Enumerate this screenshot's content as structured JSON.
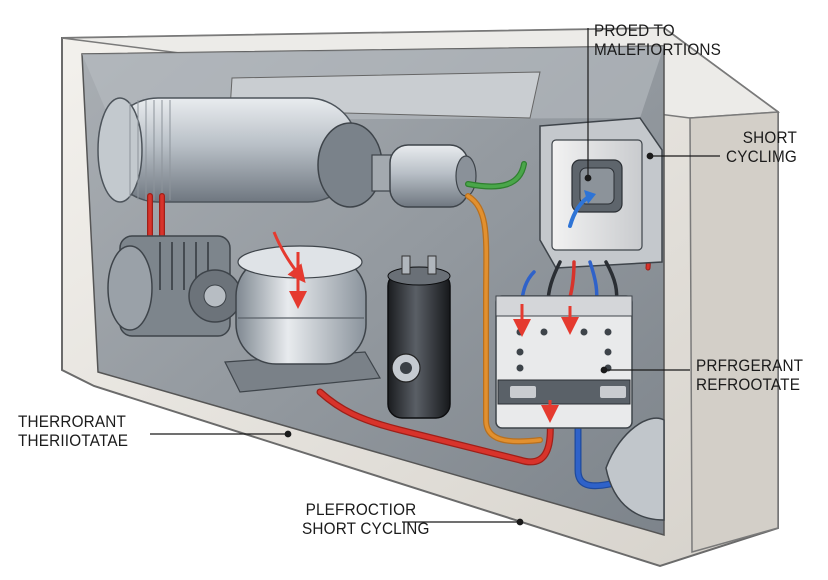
{
  "callouts": {
    "top_right": {
      "line1": "PROED TO",
      "line2": "MALEFIORTIONS"
    },
    "right_upper": {
      "line1": "SHORT",
      "line2": "CYCLIMG"
    },
    "right_middle": {
      "line1": "PRFRGERANT",
      "line2": "REFROOTATE"
    },
    "left_lower": {
      "line1": "THERRORANT",
      "line2": "THERIIOTATAE"
    },
    "bottom": {
      "line1": "PLEFROCTIOR",
      "line2": "SHORT CYCLING"
    }
  },
  "colors": {
    "cabinet": "#e4e1dc",
    "interior": "#8f959b",
    "hot_line": "#d8332b",
    "cold_line": "#2f62c9",
    "orange_line": "#e2902f",
    "green_line": "#4aa64a",
    "arrow": "#e53a2f",
    "blue_arrow": "#2e74d6"
  }
}
